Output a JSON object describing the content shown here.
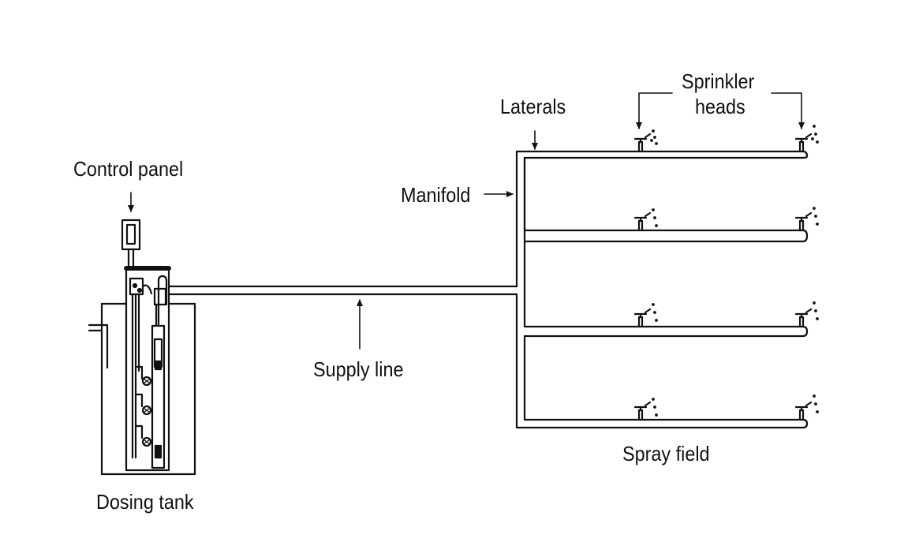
{
  "labels": {
    "control_panel": "Control panel",
    "laterals": "Laterals",
    "sprinkler_heads_line1": "Sprinkler",
    "sprinkler_heads_line2": "heads",
    "manifold": "Manifold",
    "supply_line": "Supply line",
    "spray_field": "Spray field",
    "dosing_tank": "Dosing tank"
  },
  "colors": {
    "line": "#111111",
    "background": "#ffffff"
  },
  "icons": {
    "sprinkler": "sprinkler-head-icon",
    "pump": "pump-icon",
    "float_switch": "float-switch-icon"
  }
}
